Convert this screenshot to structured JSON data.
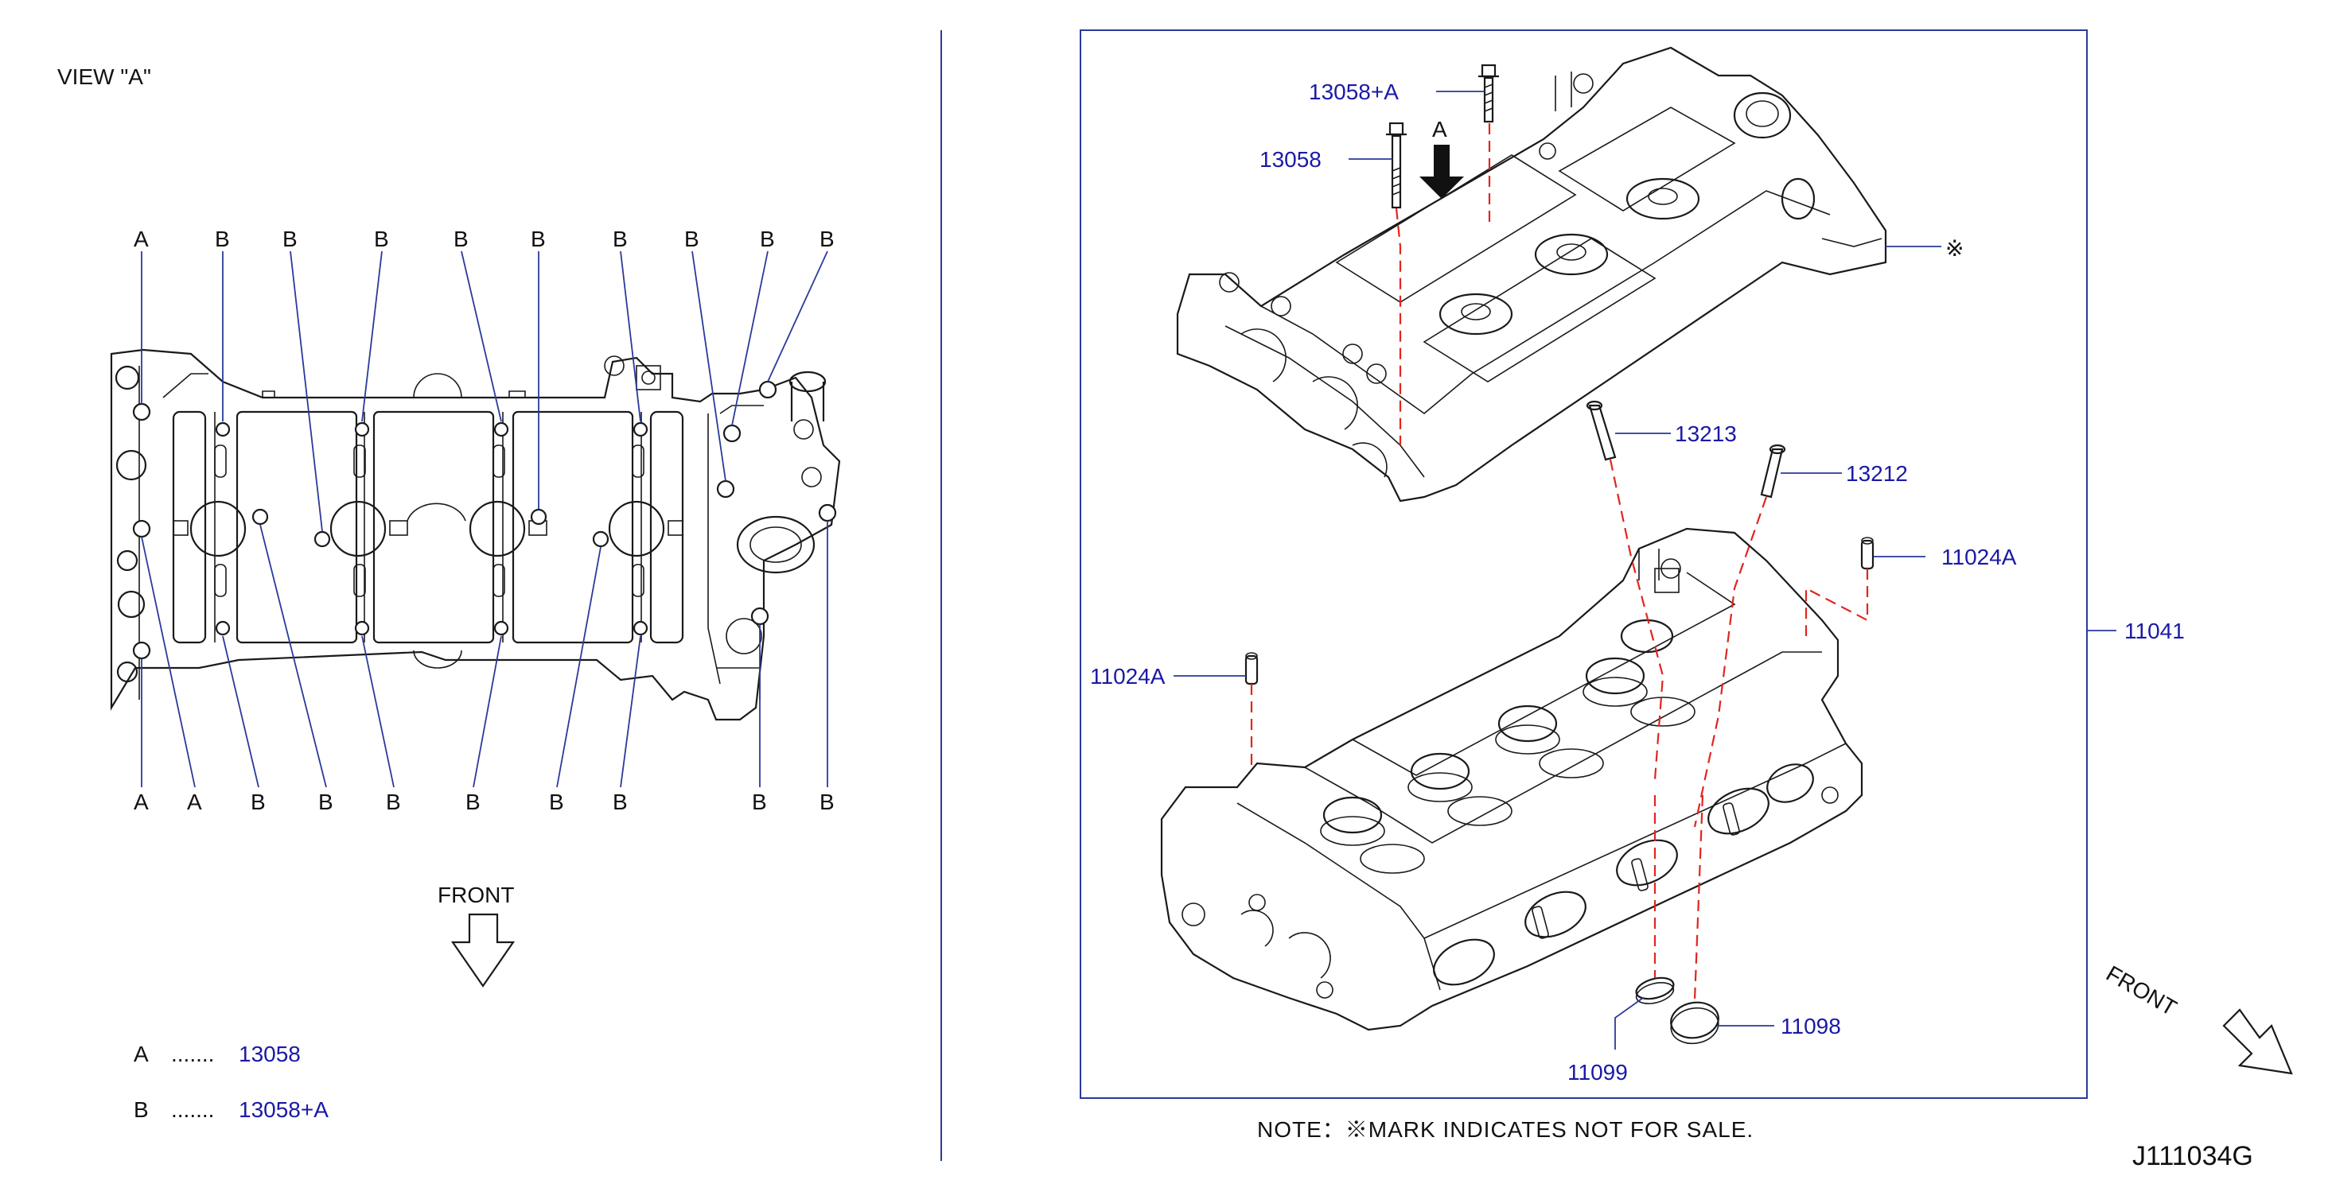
{
  "view_title": "VIEW \"A\"",
  "top_labels": [
    "A",
    "B",
    "B",
    "B",
    "B",
    "B",
    "B",
    "B",
    "B",
    "B"
  ],
  "bottom_labels": [
    "A",
    "A",
    "B",
    "B",
    "B",
    "B",
    "B",
    "B",
    "B",
    "B"
  ],
  "front_left": "FRONT",
  "legend": [
    {
      "letter": "A",
      "dots": ".......",
      "part": "13058"
    },
    {
      "letter": "B",
      "dots": ".......",
      "part": "13058+A"
    }
  ],
  "parts": {
    "p13058a": "13058+A",
    "p13058": "13058",
    "arrow_a": "A",
    "mark": "※",
    "p13213": "13213",
    "p13212": "13212",
    "p11024a_right": "11024A",
    "p11024a_left": "11024A",
    "p11041": "11041",
    "p11098": "11098",
    "p11099": "11099"
  },
  "front_right": "FRONT",
  "note": "NOTE：※MARK   INDICATES   NOT   FOR   SALE.",
  "drawing_code": "J111034G",
  "colors": {
    "part_number": "#1a1aa6",
    "leader": "#2a3a9a",
    "dash": "#e0261f",
    "frame": "#2a3a9a"
  }
}
